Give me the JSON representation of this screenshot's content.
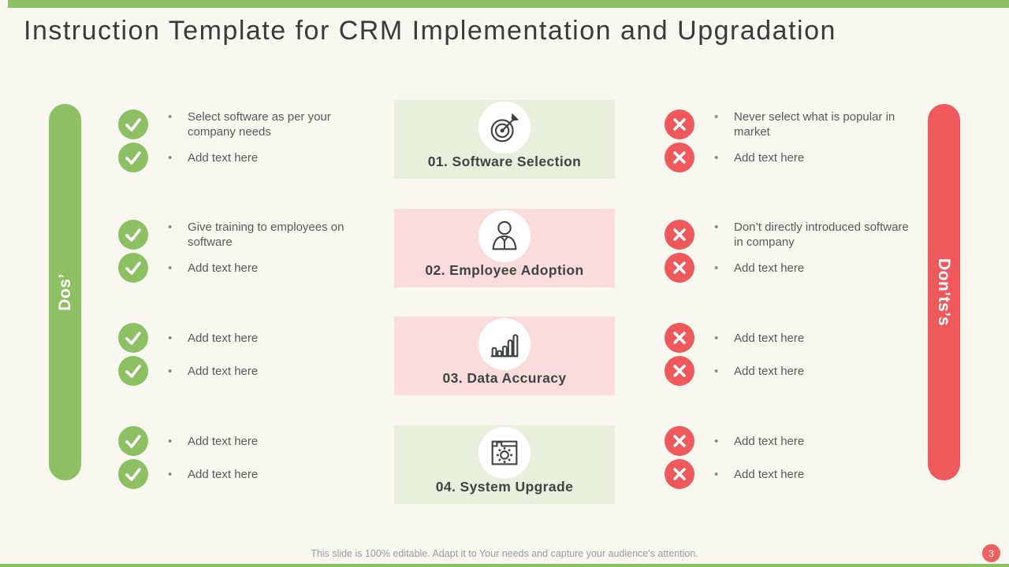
{
  "title": "Instruction Template for CRM Implementation and Upgradation",
  "pills": {
    "dos": "Dos’",
    "donts": "Don’ts’s"
  },
  "rows": [
    {
      "step": {
        "label": "01. Software Selection",
        "icon": "target-dart-icon",
        "tint": "green"
      },
      "dos": [
        "Select software as per your company needs",
        "Add text here"
      ],
      "donts": [
        "Never select what is popular in market",
        "Add text here"
      ]
    },
    {
      "step": {
        "label": "02. Employee Adoption",
        "icon": "person-icon",
        "tint": "pink"
      },
      "dos": [
        "Give training to employees on software",
        "Add text here"
      ],
      "donts": [
        "Don’t directly introduced software in company",
        "Add text here"
      ]
    },
    {
      "step": {
        "label": "03. Data Accuracy",
        "icon": "bar-chart-icon",
        "tint": "pink"
      },
      "dos": [
        "Add text here",
        "Add text here"
      ],
      "donts": [
        "Add text here",
        "Add text here"
      ]
    },
    {
      "step": {
        "label": "04. System Upgrade",
        "icon": "browser-gear-icon",
        "tint": "green"
      },
      "dos": [
        "Add text here",
        "Add text here"
      ],
      "donts": [
        "Add text here",
        "Add text here"
      ]
    }
  ],
  "icons": {
    "dos_marker": "check-icon",
    "donts_marker": "cross-icon"
  },
  "footer": {
    "note": "This slide is 100% editable. Adapt it to Your needs and capture your audience's attention.",
    "page_number": "3"
  },
  "colors": {
    "green": "#8dc063",
    "coral": "#f0595c",
    "light_green": "#e8efdd",
    "light_pink": "#fbdbdb",
    "background": "#f8f8f1",
    "body_text": "#595959",
    "dark_text": "#3e4444"
  }
}
